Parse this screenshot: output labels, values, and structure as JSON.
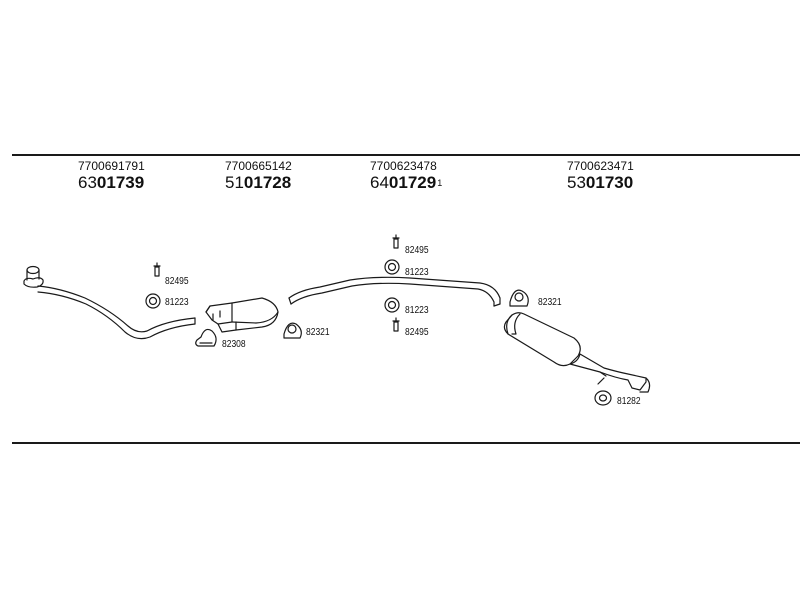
{
  "parts": [
    {
      "oe_number": "7700691791",
      "prefix": "63",
      "code": "01739",
      "suffix": ""
    },
    {
      "oe_number": "7700665142",
      "prefix": "51",
      "code": "01728",
      "suffix": ""
    },
    {
      "oe_number": "7700623478",
      "prefix": "64",
      "code": "01729",
      "suffix": "1"
    },
    {
      "oe_number": "7700623471",
      "prefix": "53",
      "code": "01730",
      "suffix": ""
    }
  ],
  "fittings": {
    "a_bolt": "82495",
    "a_ring": "81223",
    "b_clamp": "82308",
    "c_clamp": "82321",
    "d_bolt_top": "82495",
    "d_ring_top": "81223",
    "d_ring_bottom": "81223",
    "d_bolt_bottom": "82495",
    "e_clamp": "82321",
    "f_mount": "81282"
  },
  "colors": {
    "line": "#1a1a1a",
    "background": "#ffffff"
  }
}
